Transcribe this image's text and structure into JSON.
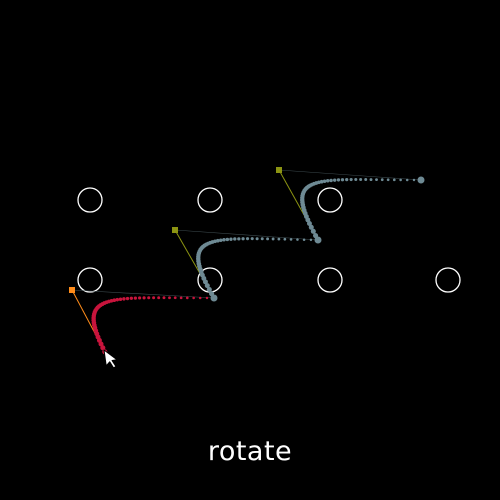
{
  "caption": "rotate",
  "colors": {
    "background": "#000000",
    "target_circle": "#ffffff",
    "active_curve": "#c8143c",
    "inactive_curve": "#6e8a94",
    "active_handle": "#ff8c1a",
    "inactive_handle": "#8c9412",
    "handle_line": "#3c4a4e",
    "caption_text": "#ffffff",
    "cursor_fill": "#ffffff",
    "cursor_outline": "#000000"
  },
  "icons": {
    "cursor": "mouse-pointer-icon",
    "target": "circle-outline-icon",
    "control_point": "square-handle-icon",
    "anchor_point": "dot-anchor-icon"
  },
  "state": {
    "active_segment": 1,
    "segment_count": 3,
    "target_count": 7
  }
}
